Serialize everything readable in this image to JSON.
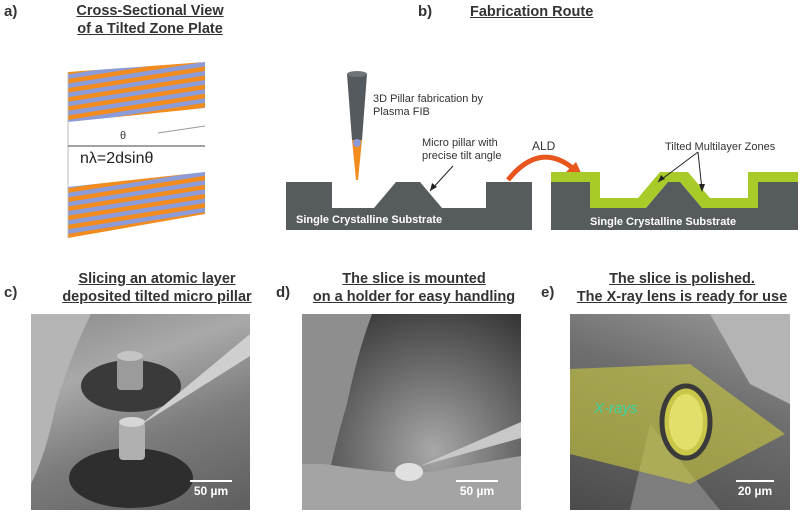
{
  "panel_a": {
    "label": "a)",
    "title_line1": "Cross-Sectional View",
    "title_line2": "of a Tilted Zone Plate",
    "theta_label": "θ",
    "bragg_equation": "nλ=2dsinθ"
  },
  "panel_b": {
    "label": "b)",
    "title": "Fabrication Route",
    "fib_note_line1": "3D Pillar fabrication by",
    "fib_note_line2": "Plasma FIB",
    "pillar_note_line1": "Micro pillar with",
    "pillar_note_line2": "precise tilt angle",
    "ald_label": "ALD",
    "multilayer_label": "Tilted Multilayer Zones",
    "substrate_left": "Single Crystalline Substrate",
    "substrate_right": "Single Crystalline Substrate"
  },
  "panel_c": {
    "label": "c)",
    "title_line1": "Slicing an atomic layer",
    "title_line2": "deposited tilted micro pillar",
    "scale": "50 µm"
  },
  "panel_d": {
    "label": "d)",
    "title_line1": "The slice is  mounted",
    "title_line2": "on a holder for easy handling",
    "scale": "50 µm"
  },
  "panel_e": {
    "label": "e)",
    "title_line1": "The slice is polished.",
    "title_line2": "The X-ray lens is ready for use",
    "xray_label": "X-rays",
    "scale": "20 µm"
  },
  "colors": {
    "orange": "#f28c1e",
    "blue": "#8a9bd8",
    "substrate": "#565b5e",
    "ald_green": "#a8cb2a",
    "ald_arrow": "#e8561e",
    "xray_yellow": "#d4d23a",
    "xray_text": "#3ad6a0"
  }
}
